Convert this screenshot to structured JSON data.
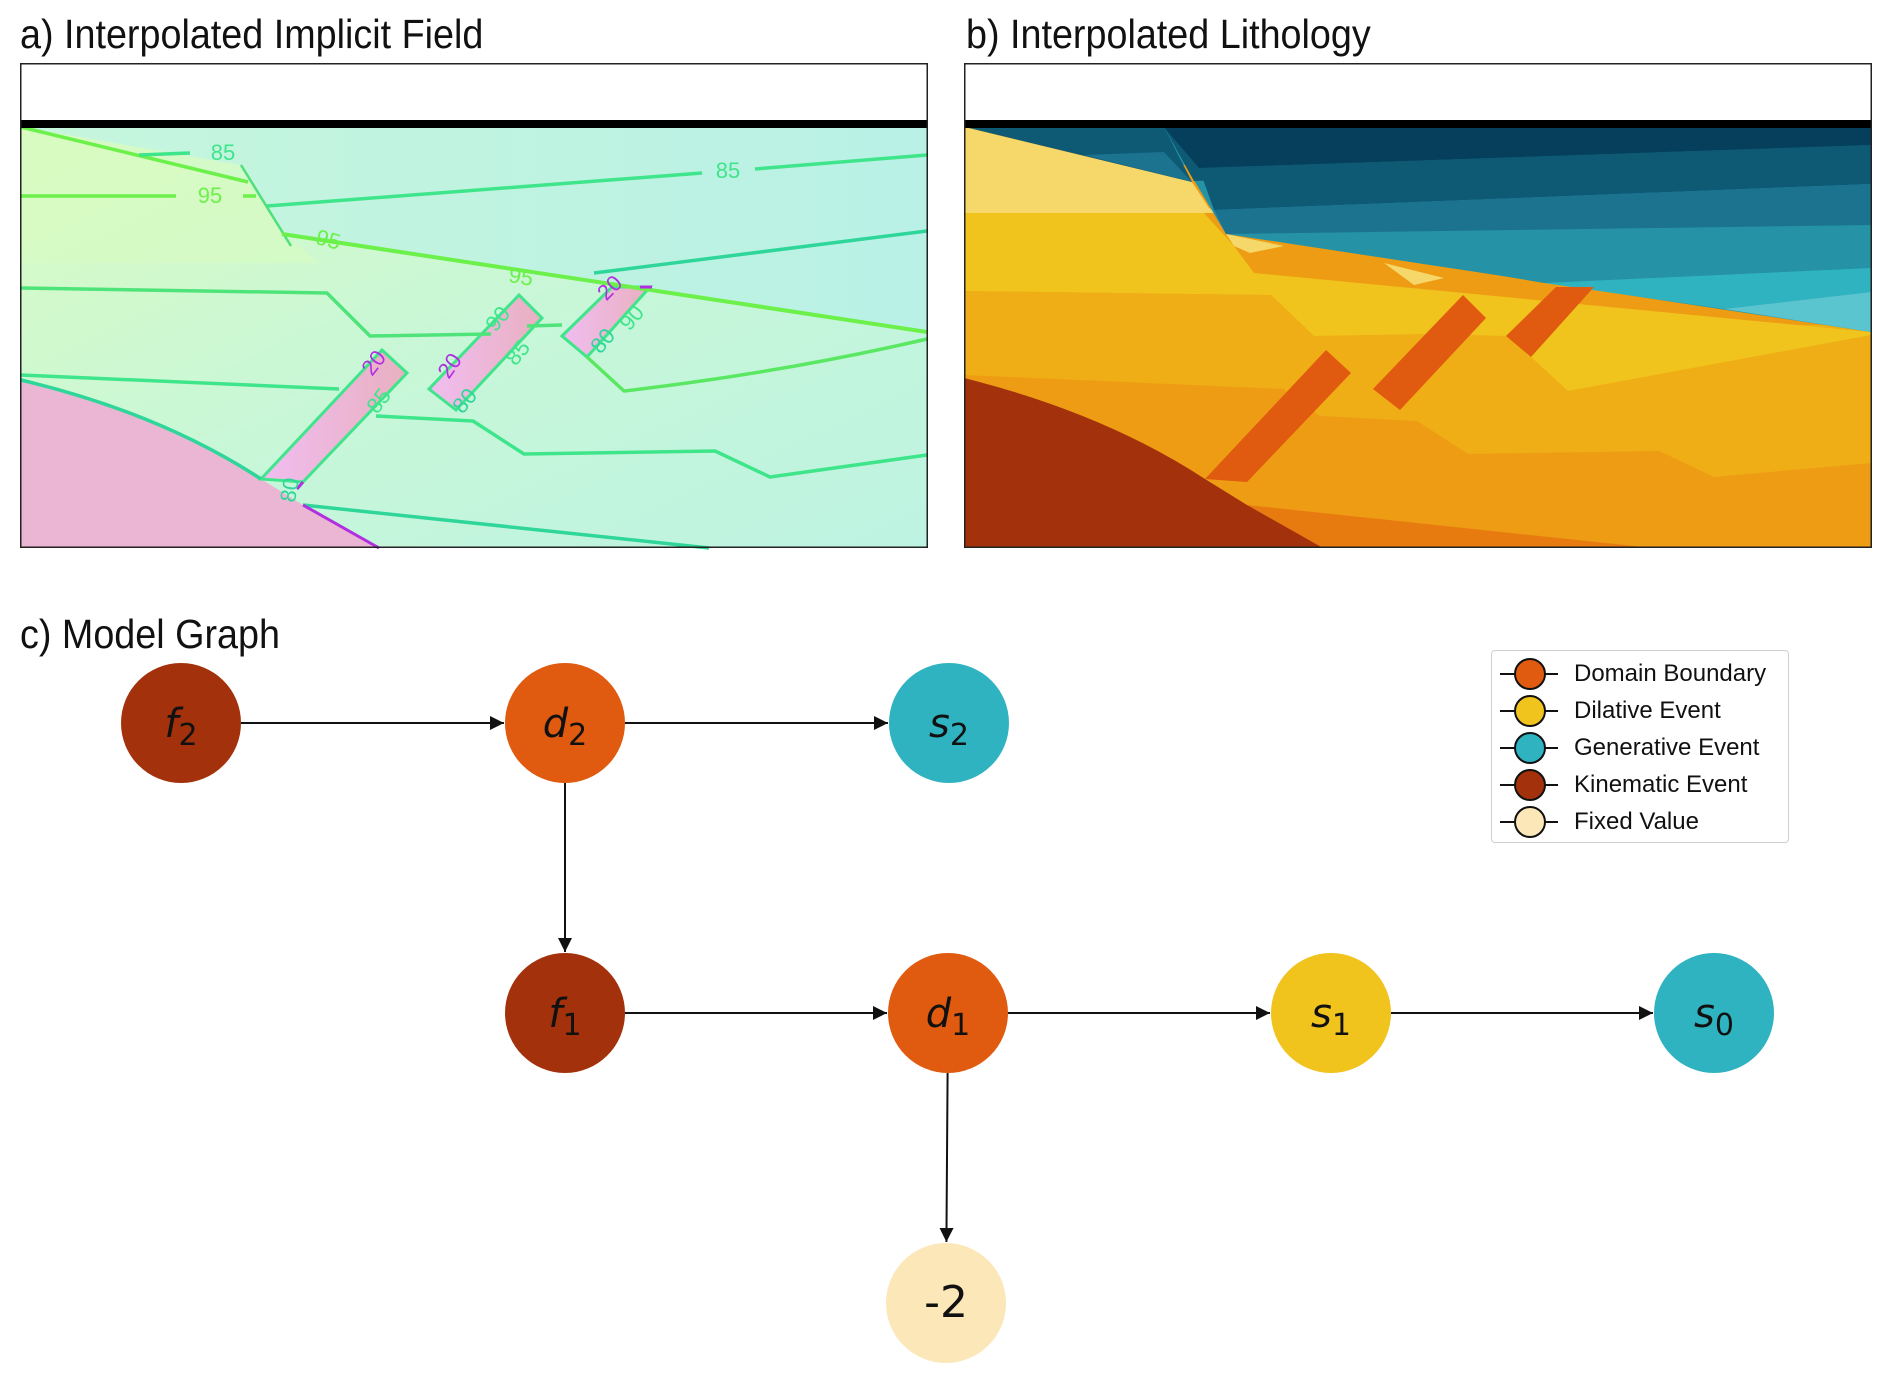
{
  "panels": {
    "a": {
      "title": "a) Interpolated Implicit Field"
    },
    "b": {
      "title": "b) Interpolated Lithology"
    },
    "c": {
      "title": "c) Model Graph"
    }
  },
  "contour_labels": [
    {
      "text": "85"
    },
    {
      "text": "95"
    },
    {
      "text": "95"
    },
    {
      "text": "85"
    },
    {
      "text": "95"
    },
    {
      "text": "20"
    },
    {
      "text": "85"
    },
    {
      "text": "80"
    },
    {
      "text": "20"
    },
    {
      "text": "90"
    },
    {
      "text": "85"
    },
    {
      "text": "80"
    },
    {
      "text": "20"
    },
    {
      "text": "90"
    },
    {
      "text": "80"
    }
  ],
  "colors": {
    "domain_boundary": "#e05a0f",
    "dilative_event": "#f0c31d",
    "generative_event": "#2fb3c1",
    "kinematic_event": "#a3320c",
    "fixed_value": "#fbe7b8",
    "field_pink": "#eab6d3",
    "contour_green": "#3fe58a",
    "contour_teal": "#2fd69a",
    "contour_lime": "#6cf04a",
    "contour_purple": "#b030e0",
    "litho_teal_1": "#053f5b",
    "litho_teal_2": "#0e5a75",
    "litho_teal_3": "#1b7390",
    "litho_teal_4": "#2592a6",
    "litho_teal_5": "#2fb3c1",
    "litho_teal_6": "#5ac4cf",
    "litho_pale_yellow": "#f5d76a",
    "litho_yellow": "#f0c31d",
    "litho_amber": "#efad16",
    "litho_orange": "#ee9c13",
    "litho_dark_orange": "#e87b10",
    "litho_dike": "#e05a0f",
    "litho_basement": "#a3320c"
  },
  "graph": {
    "nodes": [
      {
        "id": "f2",
        "base": "f",
        "sub": "2",
        "type": "kinematic_event"
      },
      {
        "id": "d2",
        "base": "d",
        "sub": "2",
        "type": "domain_boundary"
      },
      {
        "id": "s2",
        "base": "s",
        "sub": "2",
        "type": "generative_event"
      },
      {
        "id": "f1",
        "base": "f",
        "sub": "1",
        "type": "kinematic_event"
      },
      {
        "id": "d1",
        "base": "d",
        "sub": "1",
        "type": "domain_boundary"
      },
      {
        "id": "s1",
        "base": "s",
        "sub": "1",
        "type": "dilative_event"
      },
      {
        "id": "s0",
        "base": "s",
        "sub": "0",
        "type": "generative_event"
      },
      {
        "id": "fixed",
        "base": "-2",
        "sub": "",
        "type": "fixed_value"
      }
    ],
    "edges": [
      {
        "from": "f2",
        "to": "d2"
      },
      {
        "from": "d2",
        "to": "s2"
      },
      {
        "from": "d2",
        "to": "f1"
      },
      {
        "from": "f1",
        "to": "d1"
      },
      {
        "from": "d1",
        "to": "s1"
      },
      {
        "from": "s1",
        "to": "s0"
      },
      {
        "from": "d1",
        "to": "fixed"
      }
    ]
  },
  "legend": {
    "items": [
      {
        "label": "Domain Boundary",
        "type": "domain_boundary"
      },
      {
        "label": "Dilative Event",
        "type": "dilative_event"
      },
      {
        "label": "Generative Event",
        "type": "generative_event"
      },
      {
        "label": "Kinematic Event",
        "type": "kinematic_event"
      },
      {
        "label": "Fixed Value",
        "type": "fixed_value"
      }
    ]
  }
}
